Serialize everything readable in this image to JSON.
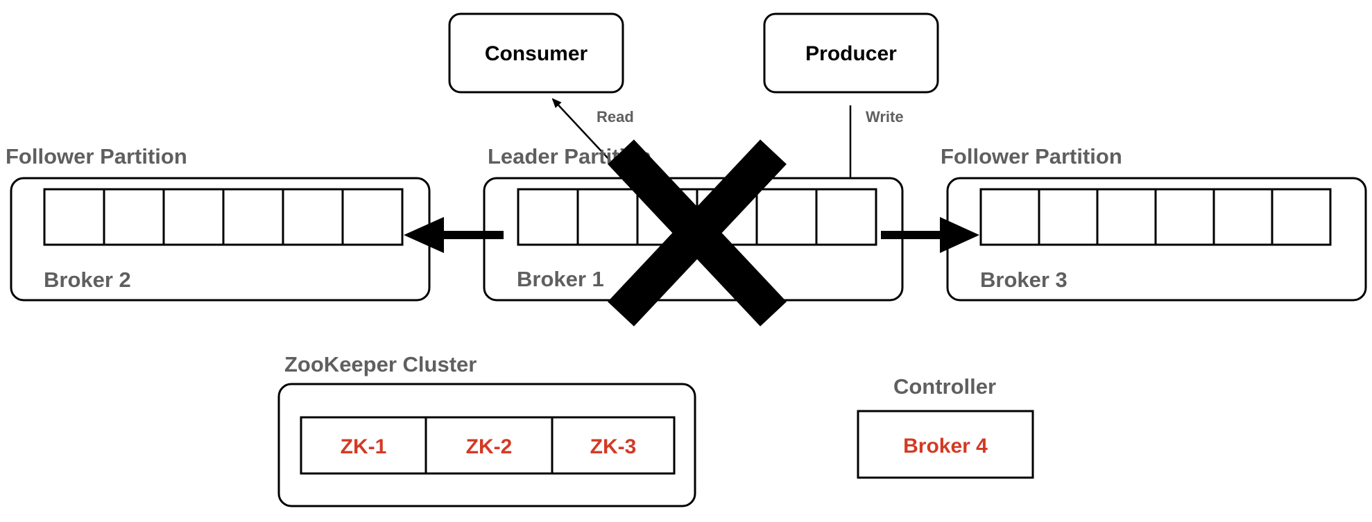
{
  "nodes": {
    "consumer": "Consumer",
    "producer": "Producer",
    "follower_left_title": "Follower Partition",
    "leader_title": "Leader Partition",
    "follower_right_title": "Follower Partition",
    "broker2": "Broker 2",
    "broker1": "Broker 1",
    "broker3": "Broker 3",
    "zk_title": "ZooKeeper Cluster",
    "zk1": "ZK-1",
    "zk2": "ZK-2",
    "zk3": "ZK-3",
    "controller_title": "Controller",
    "broker4": "Broker 4"
  },
  "edges": {
    "read": "Read",
    "write": "Write"
  },
  "colors": {
    "stroke": "#000000",
    "label_gray": "#5f5f5f",
    "highlight_red": "#d33a25"
  }
}
